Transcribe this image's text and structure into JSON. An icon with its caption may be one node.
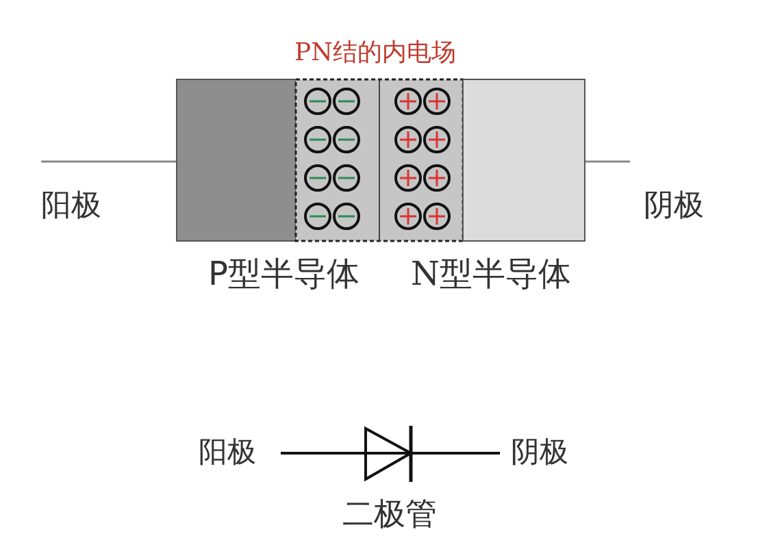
{
  "diagram": {
    "labels": [
      "PN结的内电场",
      "阳极",
      "阴极",
      "P型半导体",
      "N型半导体",
      "阳极",
      "阴极",
      "二极管"
    ]
  }
}
